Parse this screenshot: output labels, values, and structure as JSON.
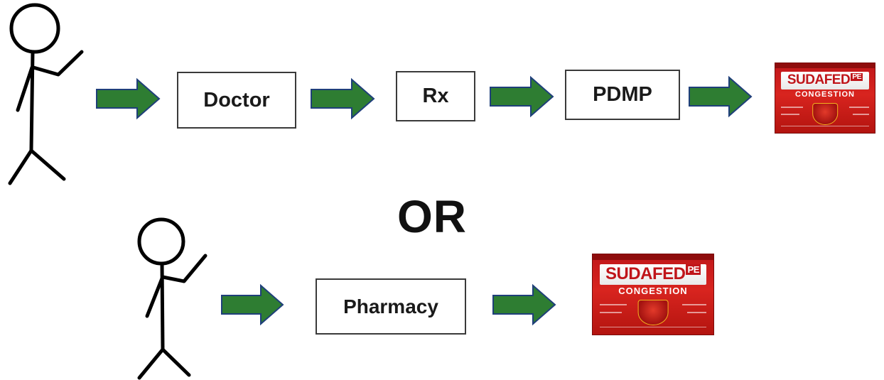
{
  "top_flow": {
    "steps": [
      "Doctor",
      "Rx",
      "PDMP"
    ]
  },
  "separator": "OR",
  "bottom_flow": {
    "steps": [
      "Pharmacy"
    ]
  },
  "product": {
    "brand": "SUDAFED",
    "brand_suffix": "PE",
    "subline": "CONGESTION"
  },
  "colors": {
    "arrow_fill": "#2e7d32",
    "arrow_stroke": "#1f3f7a",
    "box_border": "#3a3a3a",
    "package_red": "#c8181b"
  }
}
